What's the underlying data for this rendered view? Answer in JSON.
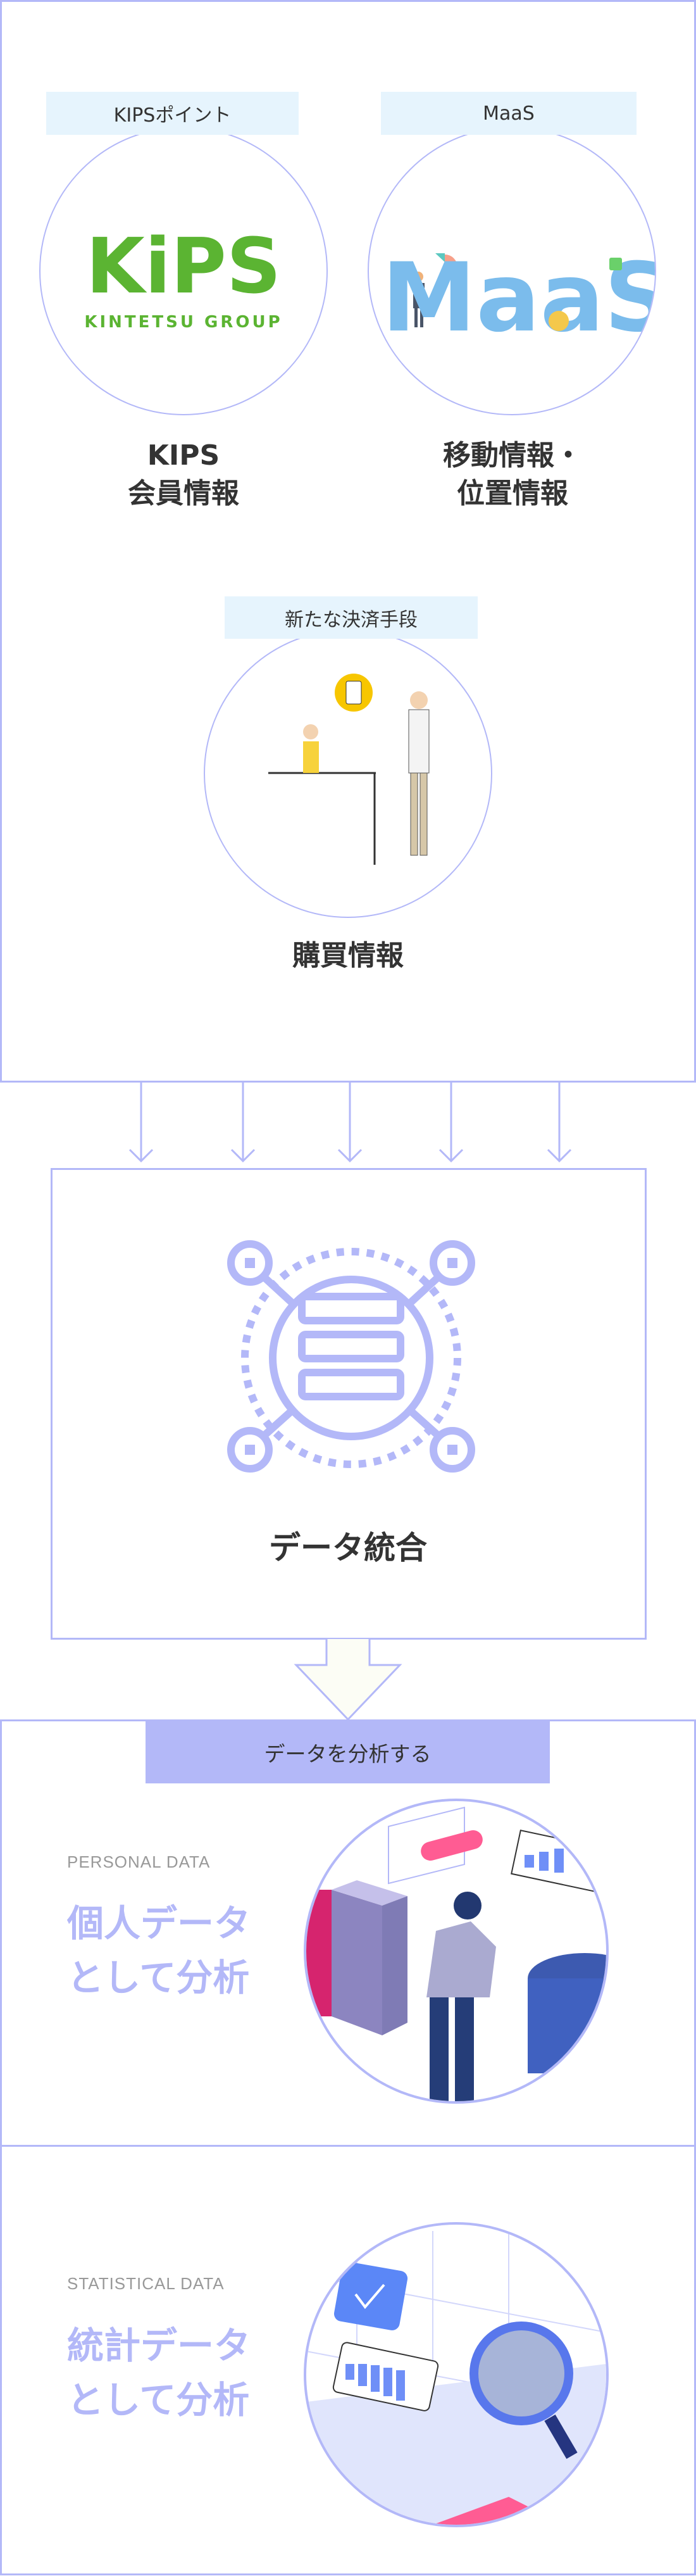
{
  "sources": [
    {
      "tag": "KIPSポイント",
      "label_lines": [
        "KIPS",
        "会員情報"
      ],
      "logo_text": "KiPS",
      "logo_sub": "KINTETSU GROUP"
    },
    {
      "tag": "MaaS",
      "label_lines": [
        "移動情報・",
        "位置情報"
      ],
      "logo_text": "MaaS"
    },
    {
      "tag": "新たな決済手段",
      "label_lines": [
        "購買情報"
      ]
    }
  ],
  "integration": {
    "label": "データ統合",
    "icon": "database-network-icon"
  },
  "analysis": {
    "header": "データを分析する",
    "personal": {
      "en": "PERSONAL DATA",
      "jp_lines": [
        "個人データ",
        "として分析"
      ]
    },
    "statistical": {
      "en": "STATISTICAL DATA",
      "jp_lines": [
        "統計データ",
        "として分析"
      ]
    }
  },
  "colors": {
    "accent": "#b3b8f8",
    "tag_bg": "#e6f4fd",
    "kips_green": "#5bb432"
  }
}
